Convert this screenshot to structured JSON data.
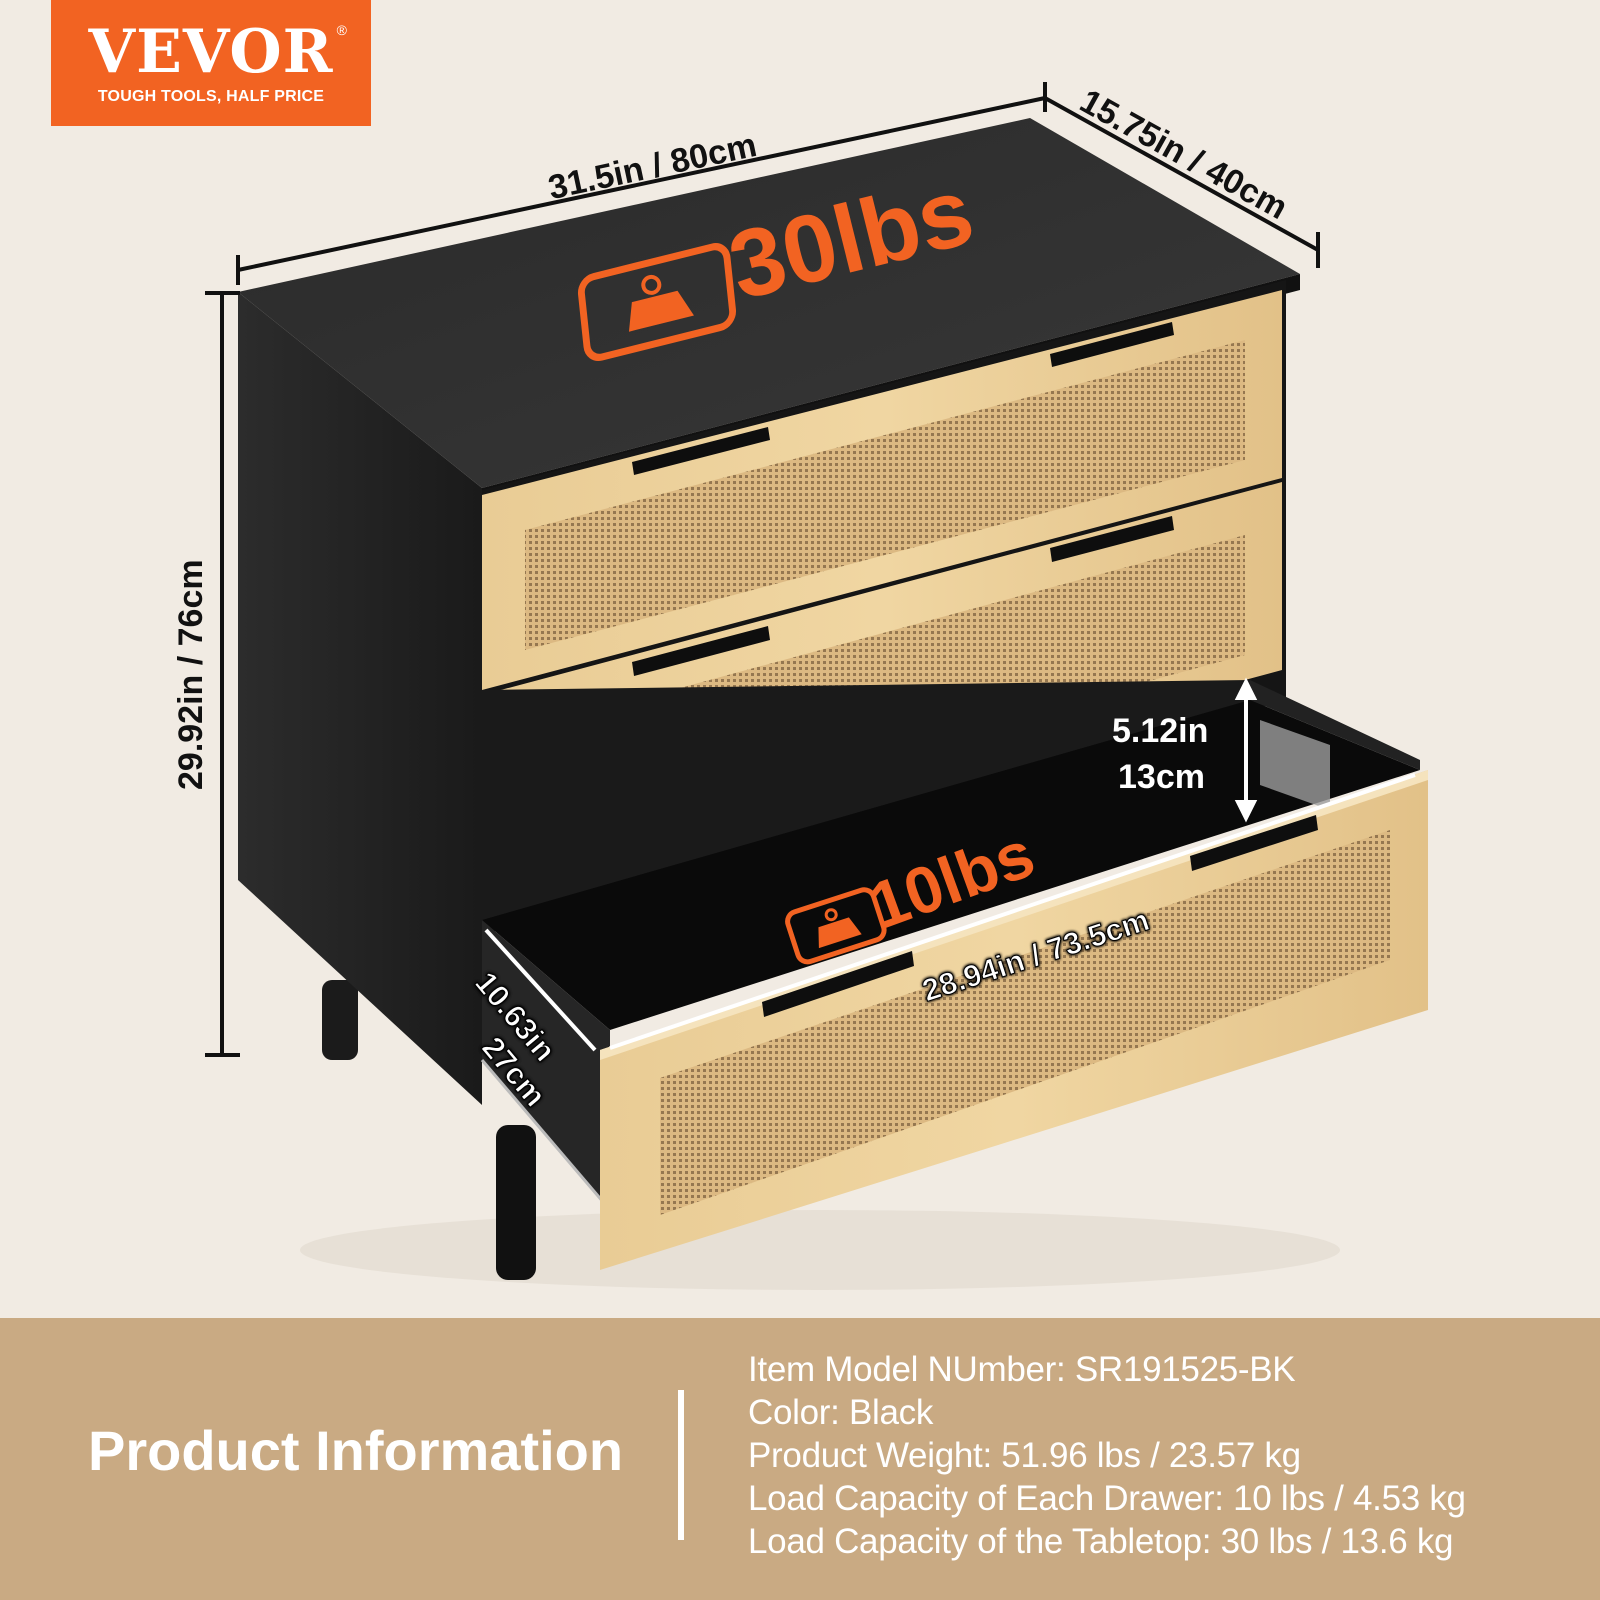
{
  "brand": {
    "name": "VEVOR",
    "registered_mark": "®",
    "tagline": "TOUGH TOOLS, HALF PRICE",
    "color": "#f26322"
  },
  "product": {
    "type": "3-drawer dresser",
    "body_color": "#1e1e1e",
    "drawer_front_color": "#e6c48a",
    "rattan_color": "#d8b57d"
  },
  "dimensions": {
    "width": "31.5in / 80cm",
    "depth": "15.75in / 40cm",
    "height": "29.92in / 76cm",
    "drawer_height_in": "5.12in",
    "drawer_height_cm": "13cm",
    "drawer_inner_width": "28.94in / 73.5cm",
    "drawer_inner_depth_in": "10.63in",
    "drawer_inner_depth_cm": "27cm"
  },
  "badges": {
    "tabletop_load": "30lbs",
    "drawer_load": "10lbs",
    "icon": "weight-icon",
    "color": "#f26322"
  },
  "info_panel": {
    "title": "Product Information",
    "background": "#c9aa83",
    "items": [
      "Item Model NUmber: SR191525-BK",
      "Color: Black",
      "Product Weight: 51.96 lbs / 23.57 kg",
      "Load Capacity of Each Drawer: 10 lbs / 4.53 kg",
      "Load Capacity of the Tabletop: 30 lbs / 13.6 kg"
    ]
  }
}
